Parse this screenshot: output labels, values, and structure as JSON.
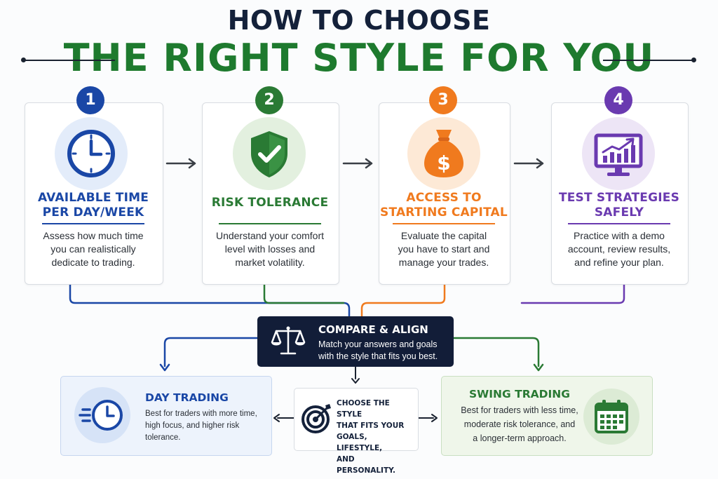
{
  "header": {
    "title_line1": "HOW TO CHOOSE",
    "title_line2": "THE RIGHT STYLE FOR YOU"
  },
  "steps": [
    {
      "number": "1",
      "title_line1": "AVAILABLE TIME",
      "title_line2": "PER DAY/WEEK",
      "desc_line1": "Assess how much time",
      "desc_line2": "you can realistically",
      "desc_line3": "dedicate to trading.",
      "icon": "clock-icon",
      "color": "#1a47a6"
    },
    {
      "number": "2",
      "title": "RISK TOLERANCE",
      "desc_line1": "Understand your comfort",
      "desc_line2": "level with losses and",
      "desc_line3": "market volatility.",
      "icon": "shield-check-icon",
      "color": "#2a7a34"
    },
    {
      "number": "3",
      "title_line1": "ACCESS TO",
      "title_line2": "STARTING CAPITAL",
      "desc_line1": "Evaluate the capital",
      "desc_line2": "you have to start and",
      "desc_line3": "manage your trades.",
      "icon": "money-bag-icon",
      "color": "#f07a1e"
    },
    {
      "number": "4",
      "title_line1": "TEST STRATEGIES",
      "title_line2": "SAFELY",
      "desc_line1": "Practice with a demo",
      "desc_line2": "account, review results,",
      "desc_line3": "and refine your plan.",
      "icon": "monitor-chart-icon",
      "color": "#6a3ab0"
    }
  ],
  "compare": {
    "title": "COMPARE & ALIGN",
    "desc_line1": "Match your answers and goals",
    "desc_line2": "with the style that fits you best.",
    "icon": "scales-icon",
    "color": "#121d38"
  },
  "day_trading": {
    "title": "DAY TRADING",
    "desc_line1": "Best for traders with more time,",
    "desc_line2": "high focus, and higher risk tolerance.",
    "icon": "fast-clock-icon"
  },
  "choose": {
    "line1": "CHOOSE THE STYLE",
    "line2": "THAT FITS YOUR",
    "line3": "GOALS, LIFESTYLE,",
    "line4": "AND PERSONALITY.",
    "icon": "target-icon"
  },
  "swing_trading": {
    "title": "SWING TRADING",
    "desc_line1": "Best for traders with less time,",
    "desc_line2": "moderate risk tolerance, and",
    "desc_line3": "a longer-term approach.",
    "icon": "calendar-icon"
  }
}
